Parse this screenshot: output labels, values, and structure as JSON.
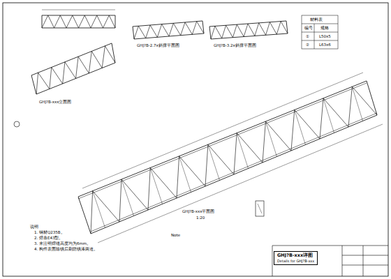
{
  "diagram": {
    "nodes": [
      {
        "text": [
          "GHJ?B-xxx详图",
          "Details for GHJ?B-xxx"
        ]
      }
    ],
    "labels": [
      "GHJ?B-xxx立面图",
      "GHJ?B-2.7x斜撑平面图",
      "GHJ?B-3.2x斜撑平面图",
      "GHJ?B-xxx平面图",
      "说明",
      "1. 钢材Q235B。",
      "2. 焊条E43型。",
      "3. 未注明焊缝高度均为6mm。",
      "4. 构件表面除锈后刷防锈漆两道。",
      "Note",
      "材料表",
      "编号",
      "规格",
      "①",
      "L50x5",
      "②",
      "L63x6",
      "1:20"
    ]
  }
}
